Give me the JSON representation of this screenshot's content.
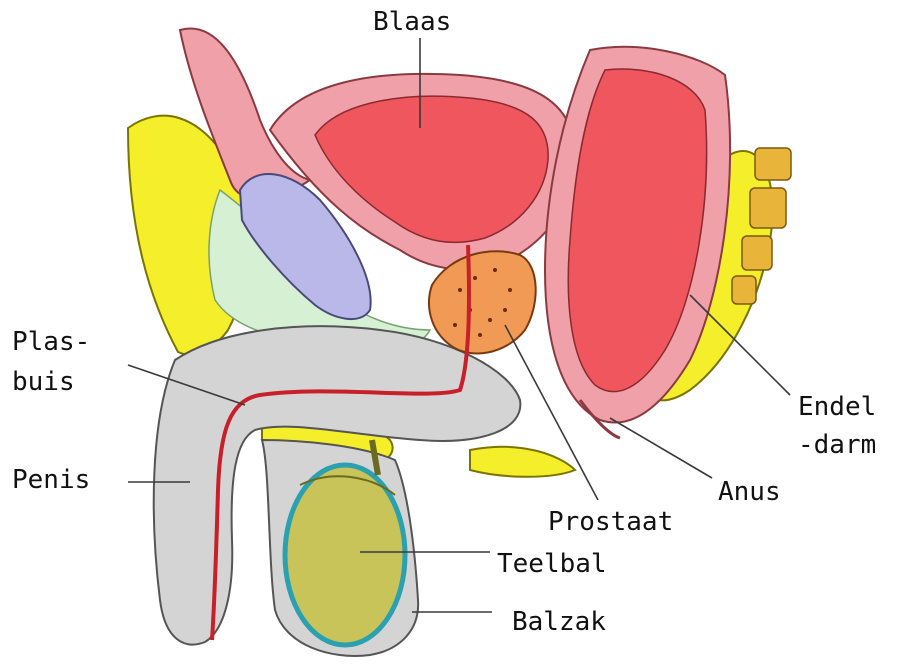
{
  "labels": {
    "blaas": "Blaas",
    "plasbuis_1": "Plas-",
    "plasbuis_2": "buis",
    "penis": "Penis",
    "endeldarm_1": "Endel",
    "endeldarm_2": "-darm",
    "anus": "Anus",
    "prostaat": "Prostaat",
    "teelbal": "Teelbal",
    "balzak": "Balzak"
  },
  "colors": {
    "fat_yellow": "#f5ee2a",
    "skin_grey": "#d4d4d4",
    "tissue_pink": "#f0a0a8",
    "organ_red": "#f0565e",
    "prostate_orange": "#f09a55",
    "bone_purple": "#b9b8e8",
    "connective_green": "#d6f0d4",
    "testis_olive": "#c8c45a",
    "tunica_teal": "#2aa0b0",
    "vertebra_orange": "#e8b43a"
  }
}
